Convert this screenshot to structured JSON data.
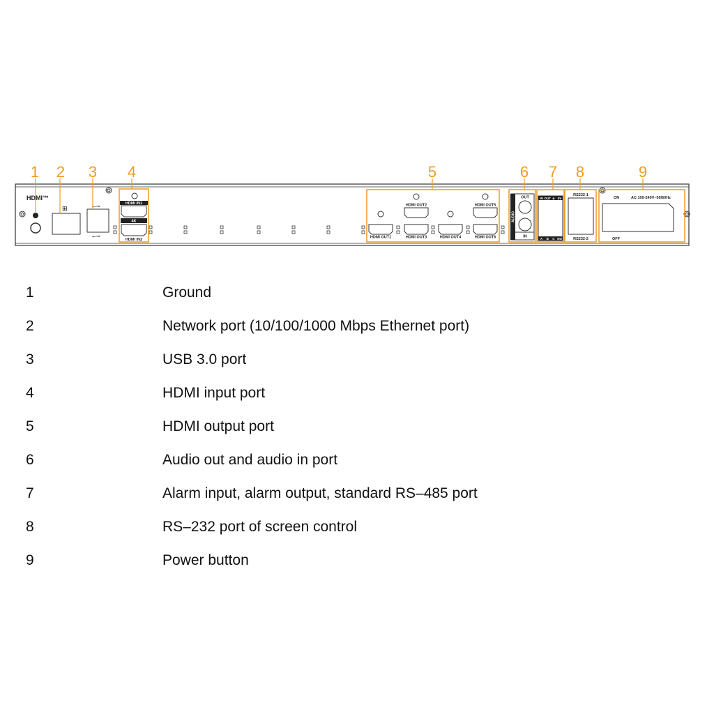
{
  "accent_color": "#F39A1E",
  "panel": {
    "hdmi_logo": "HDMI™",
    "hdmi_in1": "HDMI IN1",
    "hdmi_in2": "HDMI IN2",
    "badge_4k": "4K",
    "hdmi_out1": "HDMI OUT1",
    "hdmi_out2": "HDMI OUT2",
    "hdmi_out3": "HDMI OUT3",
    "hdmi_out4": "HDMI OUT4",
    "hdmi_out5": "HDMI OUT5",
    "hdmi_out6": "HDMI OUT6",
    "audio": "AUDIO",
    "audio_out": "OUT",
    "audio_in": "IN",
    "alarm_top": [
      "IN",
      "OUT",
      "⏚",
      "5V"
    ],
    "alarm_bottom": [
      "A",
      "B",
      "C",
      "NO"
    ],
    "rs232_1": "RS232-1",
    "rs232_2": "RS232-2",
    "power_on": "ON",
    "power_off": "OFF",
    "power_rating": "AC 100-240V~50/60Hz"
  },
  "callouts": [
    "1",
    "2",
    "3",
    "4",
    "5",
    "6",
    "7",
    "8",
    "9"
  ],
  "legend": [
    {
      "num": "1",
      "text": "Ground"
    },
    {
      "num": "2",
      "text": "Network port (10/100/1000 Mbps Ethernet port)"
    },
    {
      "num": "3",
      "text": "USB 3.0 port"
    },
    {
      "num": "4",
      "text": "HDMI input port"
    },
    {
      "num": "5",
      "text": "HDMI output port"
    },
    {
      "num": "6",
      "text": "Audio out and audio in port"
    },
    {
      "num": "7",
      "text": "Alarm input, alarm output, standard RS–485 port"
    },
    {
      "num": "8",
      "text": "RS–232 port of screen control"
    },
    {
      "num": "9",
      "text": "Power button"
    }
  ]
}
